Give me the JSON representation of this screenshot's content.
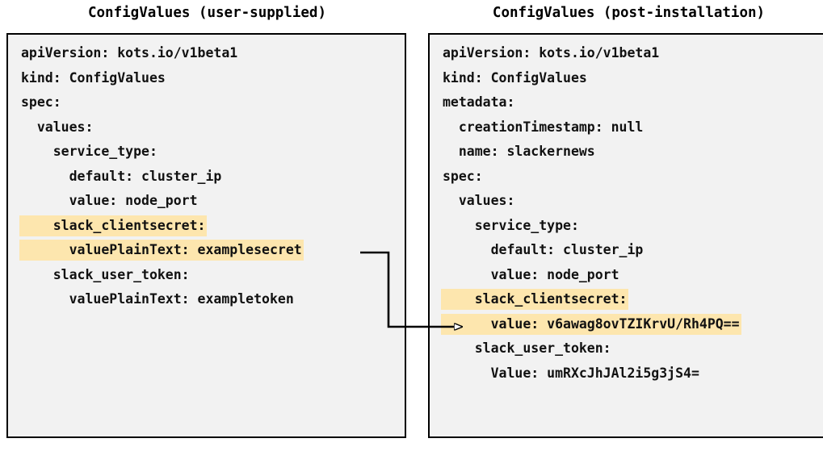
{
  "diagram": {
    "left_panel": {
      "title": "ConfigValues (user-supplied)",
      "lines": [
        {
          "text": "apiVersion: kots.io/v1beta1",
          "highlight": false
        },
        {
          "text": "kind: ConfigValues",
          "highlight": false
        },
        {
          "text": "spec:",
          "highlight": false
        },
        {
          "text": "  values:",
          "highlight": false
        },
        {
          "text": "    service_type:",
          "highlight": false
        },
        {
          "text": "      default: cluster_ip",
          "highlight": false
        },
        {
          "text": "      value: node_port",
          "highlight": false
        },
        {
          "text": "    slack_clientsecret:",
          "highlight": true
        },
        {
          "text": "      valuePlainText: examplesecret",
          "highlight": true
        },
        {
          "text": "    slack_user_token:",
          "highlight": false
        },
        {
          "text": "      valuePlainText: exampletoken",
          "highlight": false
        }
      ]
    },
    "right_panel": {
      "title": "ConfigValues (post-installation)",
      "lines": [
        {
          "text": "apiVersion: kots.io/v1beta1",
          "highlight": false
        },
        {
          "text": "kind: ConfigValues",
          "highlight": false
        },
        {
          "text": "metadata:",
          "highlight": false
        },
        {
          "text": "  creationTimestamp: null",
          "highlight": false
        },
        {
          "text": "  name: slackernews",
          "highlight": false
        },
        {
          "text": "spec:",
          "highlight": false
        },
        {
          "text": "  values:",
          "highlight": false
        },
        {
          "text": "    service_type:",
          "highlight": false
        },
        {
          "text": "      default: cluster_ip",
          "highlight": false
        },
        {
          "text": "      value: node_port",
          "highlight": false
        },
        {
          "text": "    slack_clientsecret:",
          "highlight": true
        },
        {
          "text": "      value: v6awag8ovTZIKrvU/Rh4PQ==",
          "highlight": true
        },
        {
          "text": "    slack_user_token:",
          "highlight": false
        },
        {
          "text": "      Value: umRXcJhJAl2i5g3jS4=",
          "highlight": false
        }
      ]
    },
    "connector": {
      "label": "plaintext-secret-to-encrypted-value-arrow",
      "from_line": "      valuePlainText: examplesecret",
      "to_line": "      value: v6awag8ovTZIKrvU/Rh4PQ=="
    },
    "colors": {
      "highlight": "#fde6ae",
      "box_background": "#f2f2f2",
      "border": "#000000",
      "text": "#111111"
    }
  }
}
